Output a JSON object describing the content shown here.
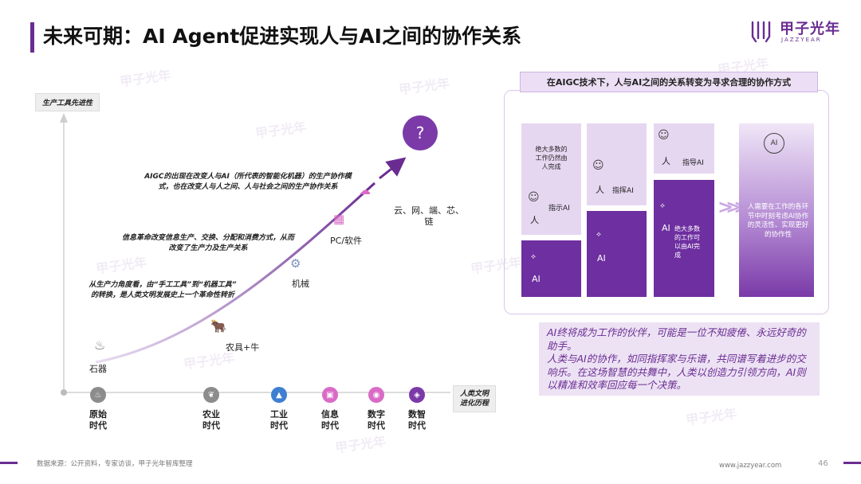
{
  "header": {
    "title": "未来可期：AI Agent促进实现人与AI之间的协作关系",
    "logo_cn": "甲子光年",
    "logo_en": "JAZZYEAR"
  },
  "watermark": "甲子光年",
  "diagram": {
    "y_axis_label": "生产工具先进性",
    "x_axis_label": "人类文明\n进化历程",
    "stages": [
      {
        "label": "石器",
        "icon": "campfire-icon"
      },
      {
        "label": "农具+牛",
        "icon": "ox-icon"
      },
      {
        "label": "机械",
        "icon": "machine-icon"
      },
      {
        "label": "PC/软件",
        "icon": "building-icon"
      },
      {
        "label": "云、网、端、芯、\n链",
        "icon": "cloud-icon"
      }
    ],
    "annotations": [
      "从生产力角度看，由“手工工具”到“机器工具”\n的转换，是人类文明发展史上一个革命性转折",
      "信息革命改变信息生产、交换、分配和消费方式，从而\n改变了生产力及生产关系",
      "AIGC的出现在改变人与AI（所代表的智能化机器）的生产协作模\n式，也在改变人与人之间、人与社会之间的生产协作关系"
    ],
    "question_mark": "?",
    "eras": [
      {
        "label": "原始\n时代",
        "color": "#8c8c8c",
        "icon": "fire-icon"
      },
      {
        "label": "农业\n时代",
        "color": "#8c8c8c",
        "icon": "leaf-icon"
      },
      {
        "label": "工业\n时代",
        "color": "#3d7fd1",
        "icon": "factory-icon"
      },
      {
        "label": "信息\n时代",
        "color": "#d96bc6",
        "icon": "chip-icon"
      },
      {
        "label": "数字\n时代",
        "color": "#d96bc6",
        "icon": "digital-icon"
      },
      {
        "label": "数智\n时代",
        "color": "#7b3aa8",
        "icon": "ai-chip-icon"
      }
    ]
  },
  "panel": {
    "header": "在AIGC技术下，人与AI之间的关系转变为寻求合理的协作方式",
    "col1": {
      "top_text": "绝大多数的\n工作仍然由\n人完成",
      "ren": "人",
      "role": "指示AI",
      "ai": "AI"
    },
    "col2": {
      "ren": "人",
      "role": "指挥AI",
      "ai": "AI"
    },
    "col3": {
      "ren": "人",
      "role": "指导AI",
      "ai": "AI",
      "ai_text": "绝大多数\n的工作可\n以由AI完\n成"
    },
    "final": {
      "icon_text": "AI",
      "text": "人需要在工作的各环\n节中时刻考虑AI协作\n的灵活性、实现更好\n的协作性"
    }
  },
  "quote": "AI终将成为工作的伙伴，可能是一位不知疲倦、永远好奇的助手。\n人类与AI的协作，如同指挥家与乐谱，共同谱写着进步的交响乐。在这场智慧的共舞中，人类以创造力引领方向，AI则以精准和效率回应每一个决策。",
  "footer": {
    "source": "数据来源：公开资料，专家访谈，甲子光年智库整理",
    "url": "www.jazzyear.com",
    "page": "46"
  },
  "colors": {
    "brand": "#6a2c91",
    "panel_dark": "#6e2fa0",
    "panel_light": "#e6d7f1"
  }
}
